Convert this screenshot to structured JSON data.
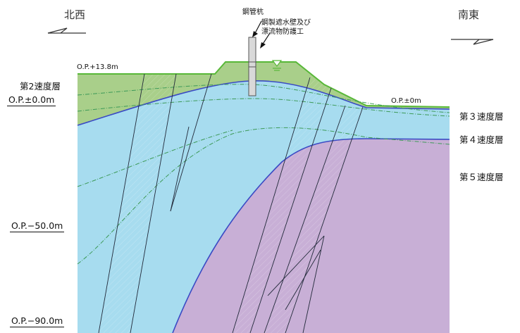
{
  "directions": {
    "left": "北西",
    "right": "南東"
  },
  "pile_label": "鋼管杭",
  "wall_label": [
    "鋼製遮水壁及び",
    "漂流物防護工"
  ],
  "elevations": {
    "crest": "O.P.+13.8m",
    "zero_left": "O.P.±0.0m",
    "zero_right": "O.P.±0m",
    "minus50": "O.P.−50.0m",
    "minus90": "O.P.−90.0m"
  },
  "layers": {
    "layer2": "第2速度層",
    "layer3": "第３速度層",
    "layer4": "第４速度層",
    "layer5": "第５速度層"
  },
  "colors": {
    "layer2": "#a9cf8a",
    "layer3_4": "#a7dcef",
    "layer5": "#c8afd6",
    "boundary_blue": "#3b4bc4",
    "ground_green": "#58b838"
  }
}
